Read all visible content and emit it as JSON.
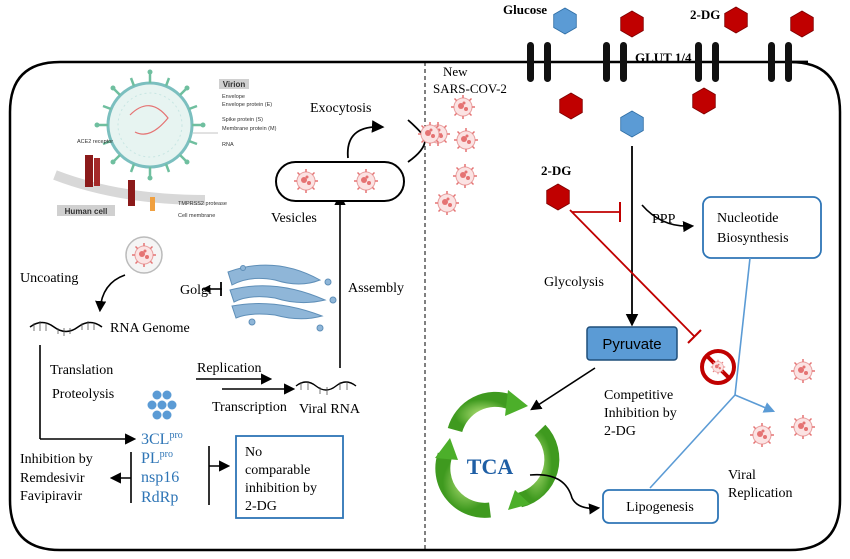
{
  "labels": {
    "glucose": "Glucose",
    "two_dg_top": "2-DG",
    "glut": "GLUT  1/4",
    "new_virus_1": "New",
    "new_virus_2": "SARS-COV-2",
    "two_dg_left": "2-DG",
    "ppp": "PPP",
    "nucleotide_1": "Nucleotide",
    "nucleotide_2": "Biosynthesis",
    "glycolysis": "Glycolysis",
    "pyruvate": "Pyruvate",
    "competitive_1": "Competitive",
    "competitive_2": "Inhibition by",
    "competitive_3": "2-DG",
    "tca": "TCA",
    "lipogenesis": "Lipogenesis",
    "viral_replication_1": "Viral",
    "viral_replication_2": "Replication",
    "exocytosis": "Exocytosis",
    "vesicles": "Vesicles",
    "assembly": "Assembly",
    "golgi": "Golgi",
    "uncoating": "Uncoating",
    "rna_genome": "RNA Genome",
    "translation": "Translation",
    "proteolysis": "Proteolysis",
    "replication": "Replication",
    "transcription": "Transcription",
    "viral_rna": "Viral RNA",
    "inhibition_1": "Inhibition by",
    "inhibition_2": "Remdesivir",
    "inhibition_3": "Favipiravir",
    "no_inhib_1": "No",
    "no_inhib_2": "comparable",
    "no_inhib_3": "inhibition by",
    "no_inhib_4": "2-DG"
  },
  "proteins": [
    {
      "name": "3CL",
      "sup": "pro"
    },
    {
      "name": "PL",
      "sup": "pro"
    },
    {
      "name": "nsp16",
      "sup": ""
    },
    {
      "name": "RdRp",
      "sup": ""
    }
  ],
  "virion": {
    "title": "Virion",
    "legend": [
      "Envelope",
      "Envelope protein (E)",
      "Spike protein (S)",
      "Membrane protein (M)",
      "RNA"
    ],
    "ace2": "ACE2 receptor",
    "tmprss2": "TMPRSS2 protease",
    "cell_membrane": "Cell membrane",
    "human_cell": "Human cell"
  },
  "colors": {
    "glucose": "#5b9bd5",
    "two_dg": "#c00000",
    "inhibit_line": "#c00000",
    "box_border": "#2e75b6",
    "pyruvate_fill": "#5b9bd5",
    "tca_green": "#4caf2a",
    "protein_text": "#2e75b6"
  }
}
